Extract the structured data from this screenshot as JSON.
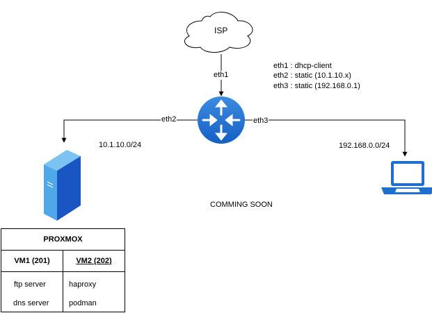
{
  "isp": {
    "label": "ISP"
  },
  "links": {
    "wan": "eth1",
    "lan_left": "eth2",
    "lan_right": "eth3"
  },
  "interfaces": [
    "eth1 : dhcp-client",
    "eth2 : static (10.1.10.x)",
    "eth3 : static (192.168.0.1)"
  ],
  "subnets": {
    "left": "10.1.10.0/24",
    "right": "192.168.0.0/24"
  },
  "note": "COMMING SOON",
  "proxmox": {
    "title": "PROXMOX",
    "vm1": {
      "header": "VM1 (201)",
      "items": [
        "ftp server",
        "dns server"
      ]
    },
    "vm2": {
      "header": "VM2 (202)",
      "items": [
        "haproxy",
        "podman"
      ]
    }
  },
  "colors": {
    "router": "#1E6FCF",
    "server_light": "#4FA9E8",
    "server_dark": "#1A55C4",
    "laptop": "#1E6FCF",
    "line": "#000000"
  },
  "icons": [
    "cloud-icon",
    "router-icon",
    "server-icon",
    "laptop-icon"
  ]
}
